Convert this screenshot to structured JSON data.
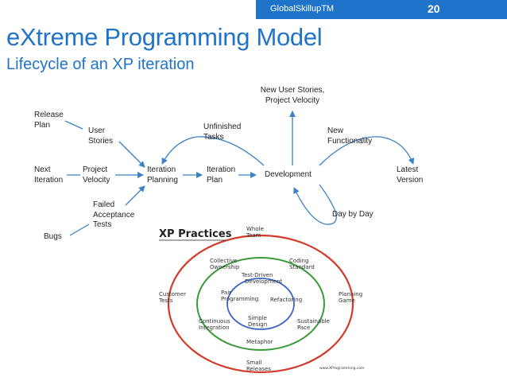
{
  "header": {
    "brand": "GlobalSkillupTM",
    "slide_number": "20"
  },
  "title": "eXtreme Programming Model",
  "subtitle": "Lifecycle of an XP iteration",
  "flow": {
    "release_plan": [
      "Release",
      "Plan"
    ],
    "user_stories": [
      "User",
      "Stories"
    ],
    "next_iteration": [
      "Next",
      "Iteration"
    ],
    "project_velocity": [
      "Project",
      "Velocity"
    ],
    "failed_acceptance_tests": [
      "Failed",
      "Acceptance",
      "Tests"
    ],
    "bugs": "Bugs",
    "iteration_planning": [
      "Iteration",
      "Planning"
    ],
    "iteration_plan": [
      "Iteration",
      "Plan"
    ],
    "unfinished_tasks": [
      "Unfinished",
      "Tasks"
    ],
    "new_user_stories": [
      "New User Stories,",
      "Project Velocity"
    ],
    "development": "Development",
    "new_functionality": [
      "New",
      "Functionality"
    ],
    "latest_version": [
      "Latest",
      "Version"
    ],
    "day_by_day": "Day by Day"
  },
  "practices": {
    "title": "XP Practices",
    "whole_team": [
      "Whole",
      "Team"
    ],
    "collective_ownership": [
      "Collective",
      "Ownership"
    ],
    "coding_standard": [
      "Coding",
      "Standard"
    ],
    "test_driven_development": [
      "Test-Driven",
      "Development"
    ],
    "customer_tests": [
      "Customer",
      "Tests"
    ],
    "pair_programming": [
      "Pair",
      "Programming"
    ],
    "refactoring": "Refactoring",
    "planning_game": [
      "Planning",
      "Game"
    ],
    "continuous_integration": [
      "Continuous",
      "Integration"
    ],
    "simple_design": [
      "Simple",
      "Design"
    ],
    "sustainable_pace": [
      "Sustainable",
      "Pace"
    ],
    "metaphor": "Metaphor",
    "small_releases": [
      "Small",
      "Releases"
    ],
    "credit": "www.XProgramming.com"
  },
  "colors": {
    "accent": "#1f73c9",
    "arrow": "#3b82c4",
    "outer_ring": "#d43a2a",
    "middle_ring": "#3a9a3a",
    "inner_ring": "#3b64c4"
  }
}
